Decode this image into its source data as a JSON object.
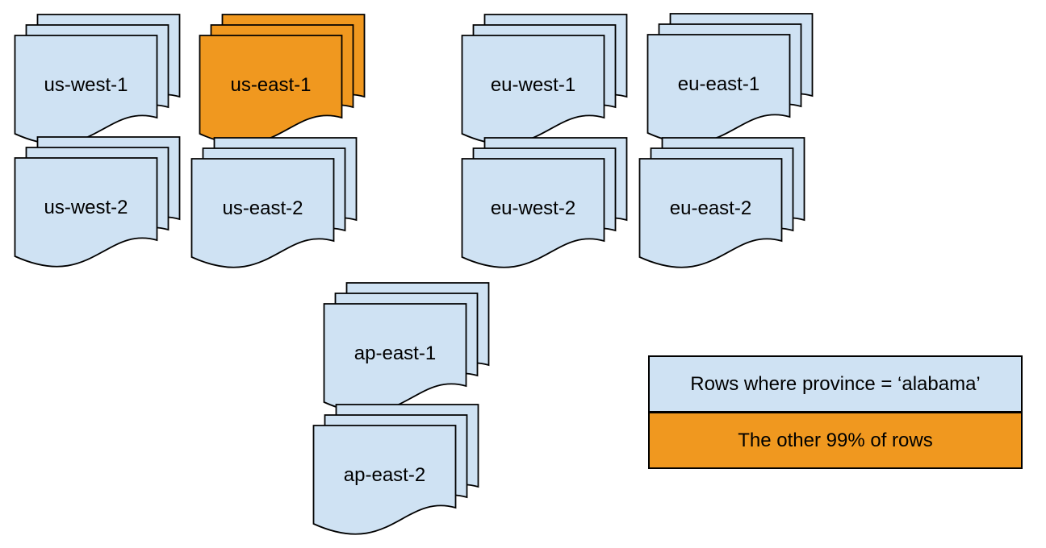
{
  "diagram": {
    "description": "Document stacks representing data partitions across cloud regions",
    "stacks": [
      {
        "label": "us-west-1",
        "highlighted": false
      },
      {
        "label": "us-east-1",
        "highlighted": true
      },
      {
        "label": "eu-west-1",
        "highlighted": false
      },
      {
        "label": "eu-east-1",
        "highlighted": false
      },
      {
        "label": "us-west-2",
        "highlighted": false
      },
      {
        "label": "us-east-2",
        "highlighted": false
      },
      {
        "label": "eu-west-2",
        "highlighted": false
      },
      {
        "label": "eu-east-2",
        "highlighted": false
      },
      {
        "label": "ap-east-1",
        "highlighted": false
      },
      {
        "label": "ap-east-2",
        "highlighted": false
      }
    ],
    "legend": {
      "items": [
        {
          "label": "Rows where province = ‘alabama’",
          "color": "#cfe2f3"
        },
        {
          "label": "The other 99% of rows",
          "color": "#f0981f"
        }
      ]
    },
    "colors": {
      "default_fill": "#cfe2f3",
      "highlight_fill": "#f0981f",
      "stroke": "#000000",
      "background": "#ffffff"
    }
  }
}
